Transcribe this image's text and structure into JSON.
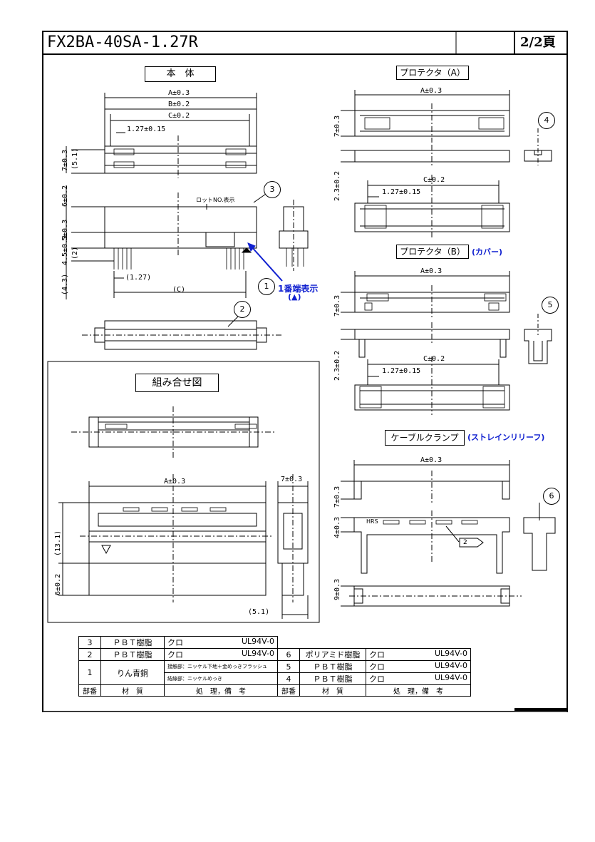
{
  "header": {
    "part_number": "FX2BA-40SA-1.27R",
    "page": "2/2頁"
  },
  "sections": {
    "body_title": "本　体",
    "protector_a_title": "プロテクタ（A）",
    "protector_b_title": "プロテクタ（B）",
    "protector_b_note": "(カバー)",
    "cable_clamp_title": "ケーブルクランプ",
    "cable_clamp_note": "(ストレインリリーフ)",
    "assembly_title": "組み合せ図"
  },
  "dimensions": {
    "a03": "A±0.3",
    "b02": "B±0.2",
    "c02": "C±0.2",
    "p127": "1.27±0.15",
    "v7": "7±0.3",
    "v51": "(5.1)",
    "v6": "6±0.2",
    "v5": "5±0.3",
    "v45": "4.5±0.3",
    "v2": "(2)",
    "v43": "(4.3)",
    "p127b": "(1.27)",
    "c_paren": "(C)",
    "v23": "2.3±0.2",
    "v4": "4±0.3",
    "v9": "9±0.3",
    "v131": "(13.1)",
    "h51": "(5.1)"
  },
  "annotations": {
    "lot_no": "ロットNO.表示",
    "pin1_line1": "1番端表示",
    "pin1_line2": "(▲)",
    "hrs": "HRS",
    "leader_2": "2"
  },
  "callouts": [
    "1",
    "2",
    "3",
    "4",
    "5",
    "6"
  ],
  "bom": {
    "left_rows": [
      {
        "no": "3",
        "material": "ＰＢＴ樹脂",
        "finish": "クロ",
        "rating": "UL94V-0",
        "finish_small": ""
      },
      {
        "no": "2",
        "material": "ＰＢＴ樹脂",
        "finish": "クロ",
        "rating": "UL94V-0",
        "finish_small": ""
      },
      {
        "no": "1",
        "material": "りん青銅",
        "finish": "",
        "rating": "",
        "finish_small": "接触部：ニッケル下地＋金めっきフラッシュ",
        "finish_small2": "結線部：ニッケルめっき"
      }
    ],
    "right_rows": [
      {
        "no": "6",
        "material": "ポリアミド樹脂",
        "finish": "クロ",
        "rating": "UL94V-0"
      },
      {
        "no": "5",
        "material": "ＰＢＴ樹脂",
        "finish": "クロ",
        "rating": "UL94V-0"
      },
      {
        "no": "4",
        "material": "ＰＢＴ樹脂",
        "finish": "クロ",
        "rating": "UL94V-0"
      }
    ],
    "headers": {
      "part_no": "部番",
      "material": "材　質",
      "finish": "処　理，備　考"
    }
  }
}
